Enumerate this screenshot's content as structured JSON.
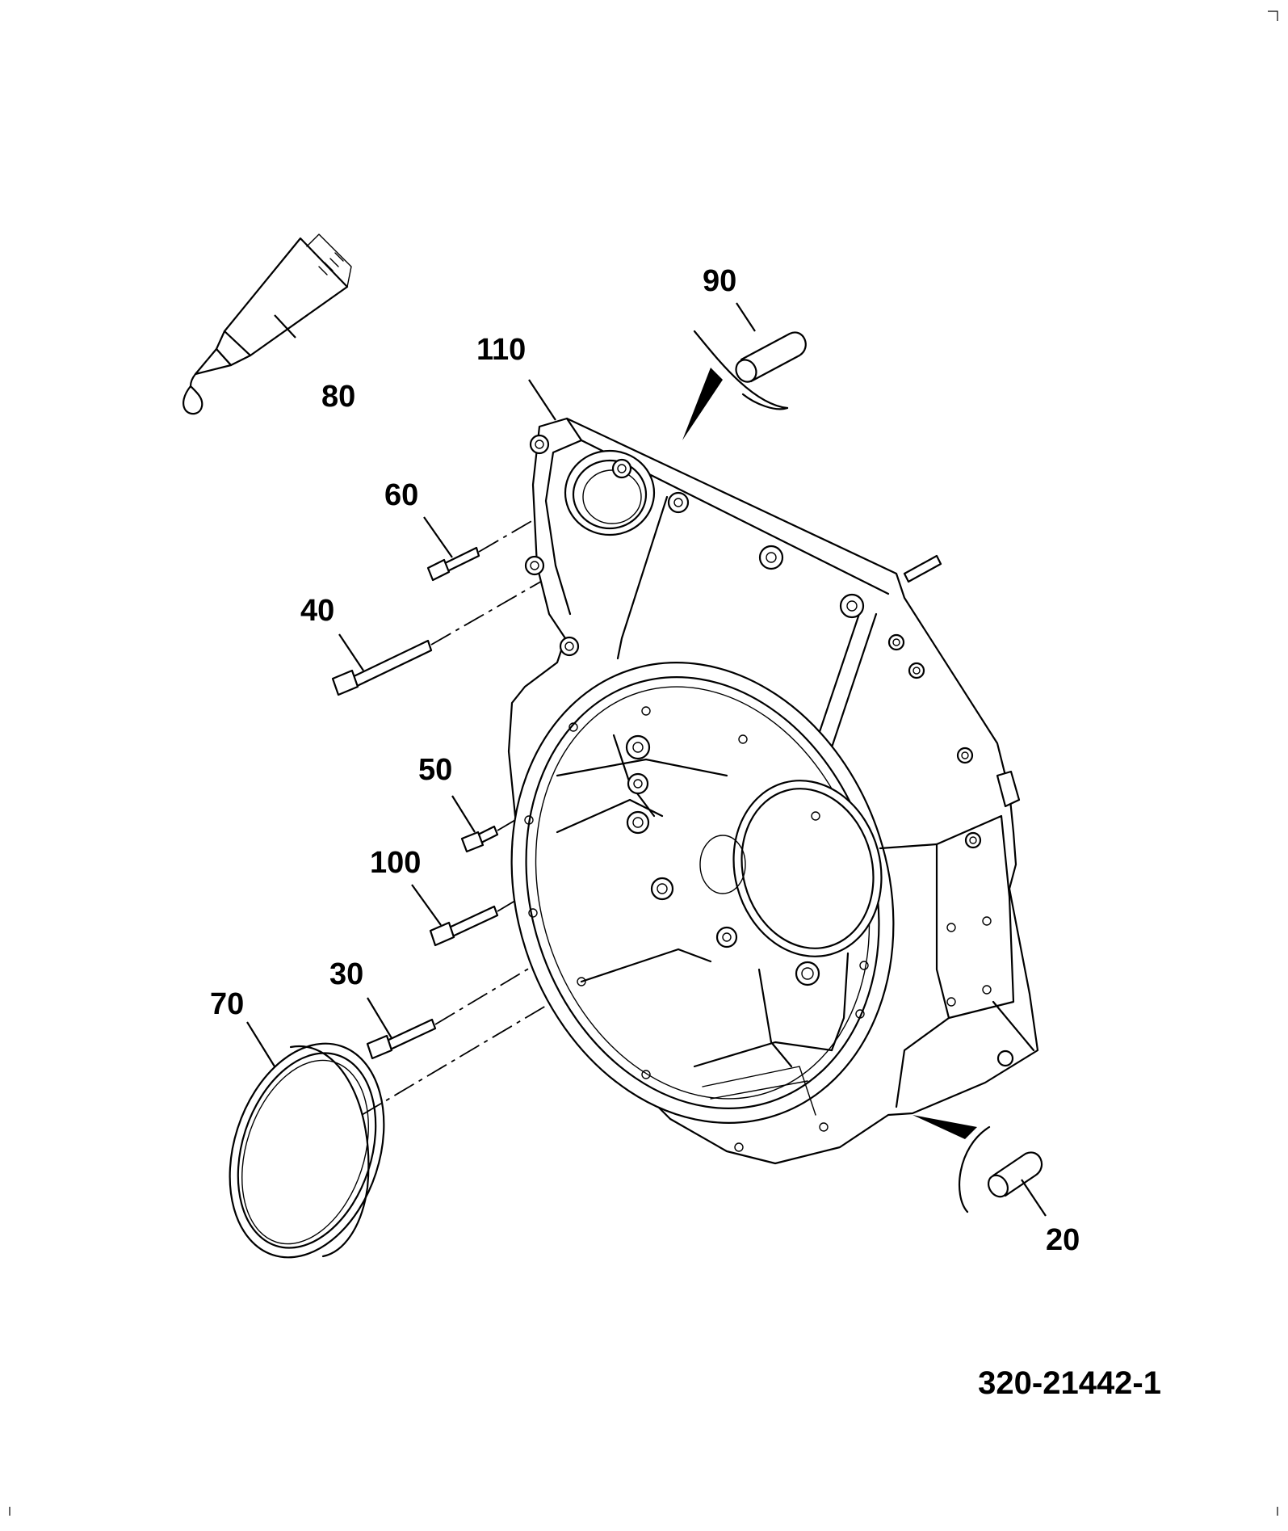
{
  "drawing_number": "320-21442-1",
  "callouts": {
    "c110": "110",
    "c90": "90",
    "c80": "80",
    "c60": "60",
    "c40": "40",
    "c50": "50",
    "c100": "100",
    "c30": "30",
    "c70": "70",
    "c20": "20"
  }
}
